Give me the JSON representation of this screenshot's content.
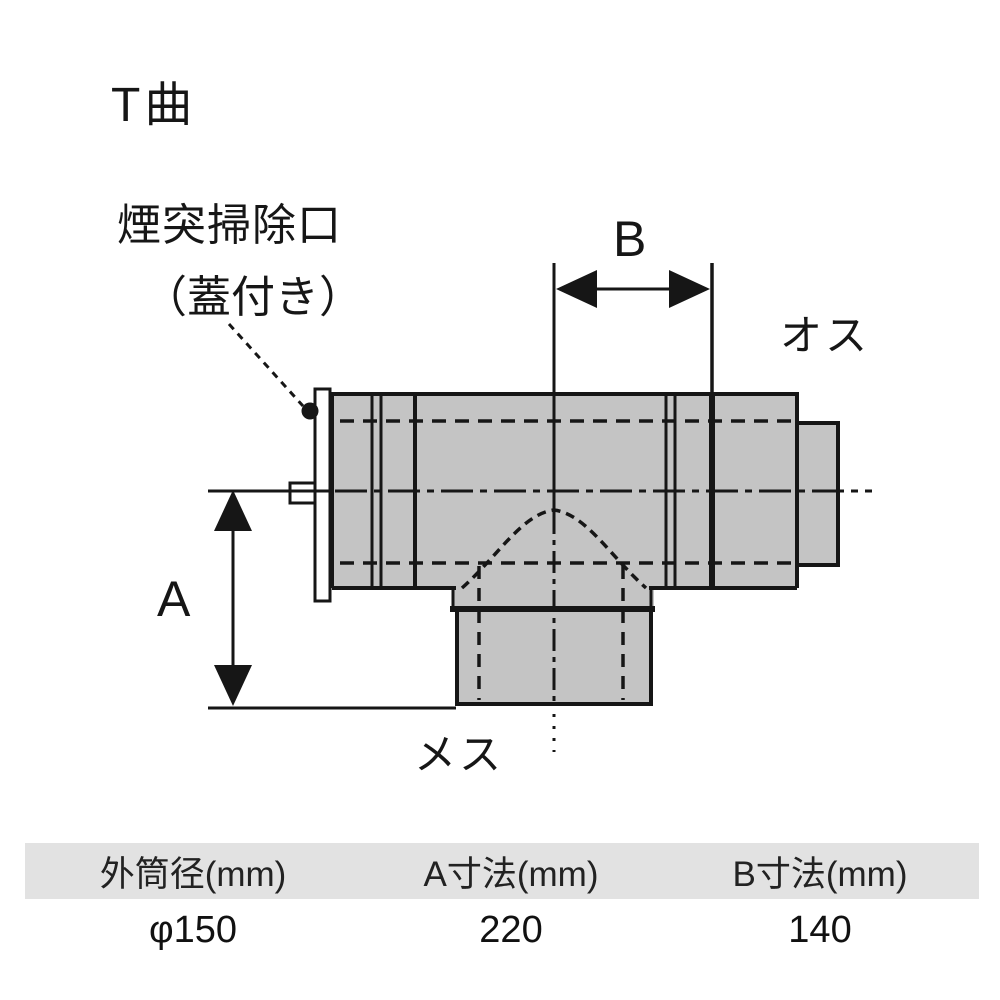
{
  "title": "T曲",
  "diagram": {
    "callout_line1": "煙突掃除口",
    "callout_line2": "（蓋付き）",
    "dim_b_label": "B",
    "dim_a_label": "A",
    "male_end_label": "オス",
    "female_end_label": "メス"
  },
  "table": {
    "headers": [
      "外筒径(mm)",
      "A寸法(mm)",
      "B寸法(mm)"
    ],
    "values": [
      "φ150",
      "220",
      "140"
    ]
  },
  "colors": {
    "pipe_fill": "#c4c4c4",
    "cap_fill": "#ffffff",
    "line": "#161616",
    "table_header_bg": "#e2e2e2",
    "background": "#ffffff"
  }
}
